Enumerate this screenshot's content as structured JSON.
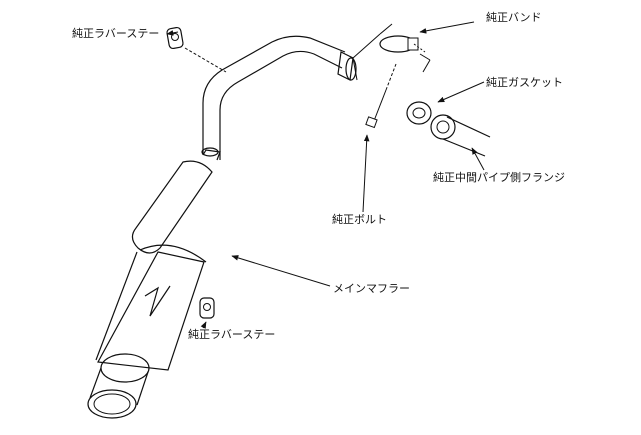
{
  "labels": {
    "rubber_stay_top": "純正ラバーステー",
    "band": "純正バンド",
    "gasket": "純正ガスケット",
    "flange": "純正中間パイプ側フランジ",
    "bolt": "純正ボルト",
    "main_muffler": "メインマフラー",
    "rubber_stay_bottom": "純正ラバーステー"
  }
}
